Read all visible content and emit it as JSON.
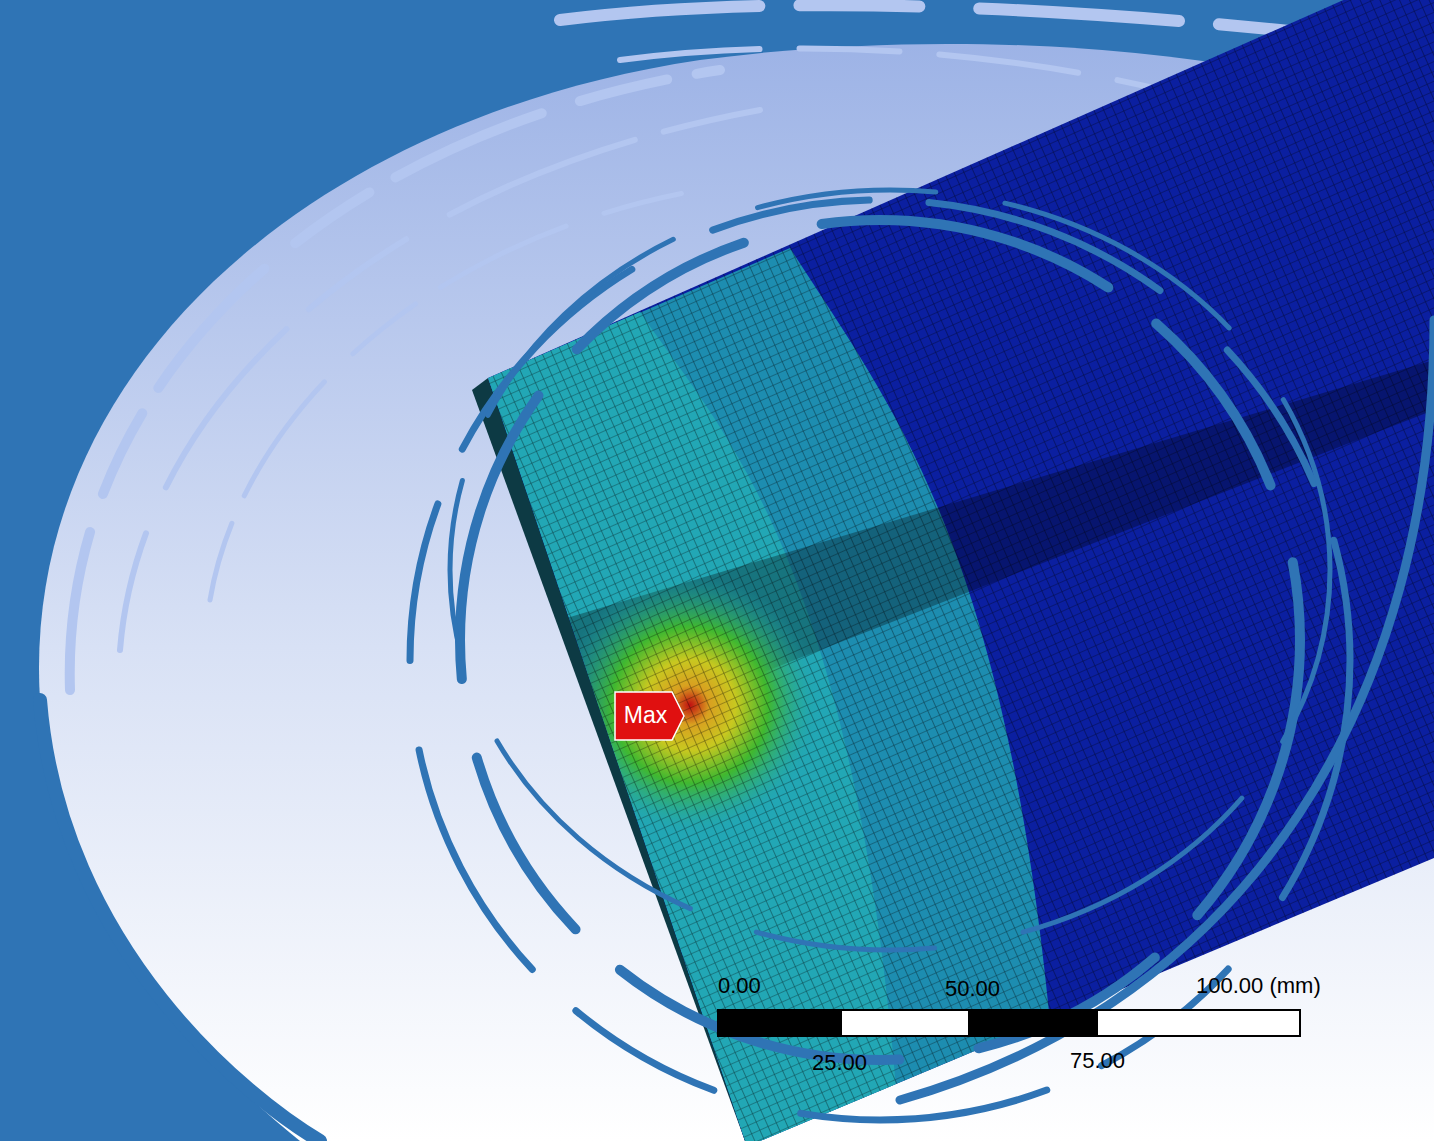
{
  "diagram": {
    "labels": [
      "Max",
      "0.00",
      "50.00",
      "100.00 (mm)",
      "25.00",
      "75.00"
    ]
  }
}
